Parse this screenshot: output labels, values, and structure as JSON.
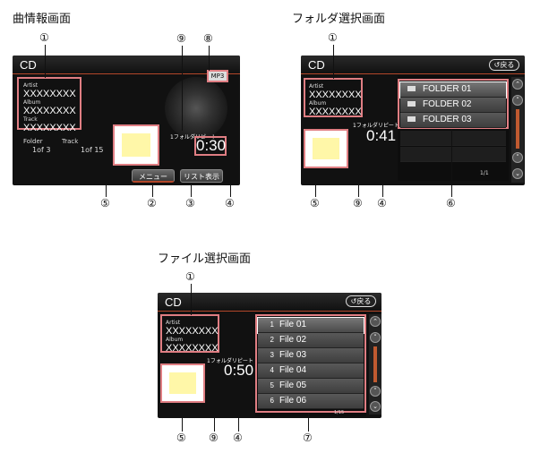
{
  "captions": {
    "info": "曲情報画面",
    "folder": "フォルダ選択画面",
    "file": "ファイル選択画面"
  },
  "screen_title": "CD",
  "metadata": {
    "artist_label": "Artist",
    "album_label": "Album",
    "track_label": "Track",
    "value": "XXXXXXXX"
  },
  "info_screen": {
    "folder_label": "Folder",
    "track_label": "Track",
    "folder_count": "1of 3",
    "track_count": "1of 15",
    "repeat": "1フォルダリピート",
    "time": "0:30",
    "format_badge": "MP3",
    "menu_button": "メニュー",
    "list_button": "リスト表示"
  },
  "folder_screen": {
    "back_button": "戻る",
    "repeat": "1フォルダリピート",
    "time": "0:41",
    "page": "1/1",
    "folders": [
      "FOLDER 01",
      "FOLDER 02",
      "FOLDER 03"
    ]
  },
  "file_screen": {
    "back_button": "戻る",
    "repeat": "1フォルダリピート",
    "time": "0:50",
    "page": "1/15",
    "files": [
      {
        "num": "1",
        "name": "File 01"
      },
      {
        "num": "2",
        "name": "File 02"
      },
      {
        "num": "3",
        "name": "File 03"
      },
      {
        "num": "4",
        "name": "File 04"
      },
      {
        "num": "5",
        "name": "File 05"
      },
      {
        "num": "6",
        "name": "File 06"
      }
    ]
  },
  "callouts": {
    "c1": "①",
    "c2": "②",
    "c3": "③",
    "c4": "④",
    "c5": "⑤",
    "c6": "⑥",
    "c7": "⑦",
    "c8": "⑧",
    "c9": "⑨"
  },
  "colors": {
    "highlight": "#e07e83",
    "accent": "#b3472a"
  }
}
